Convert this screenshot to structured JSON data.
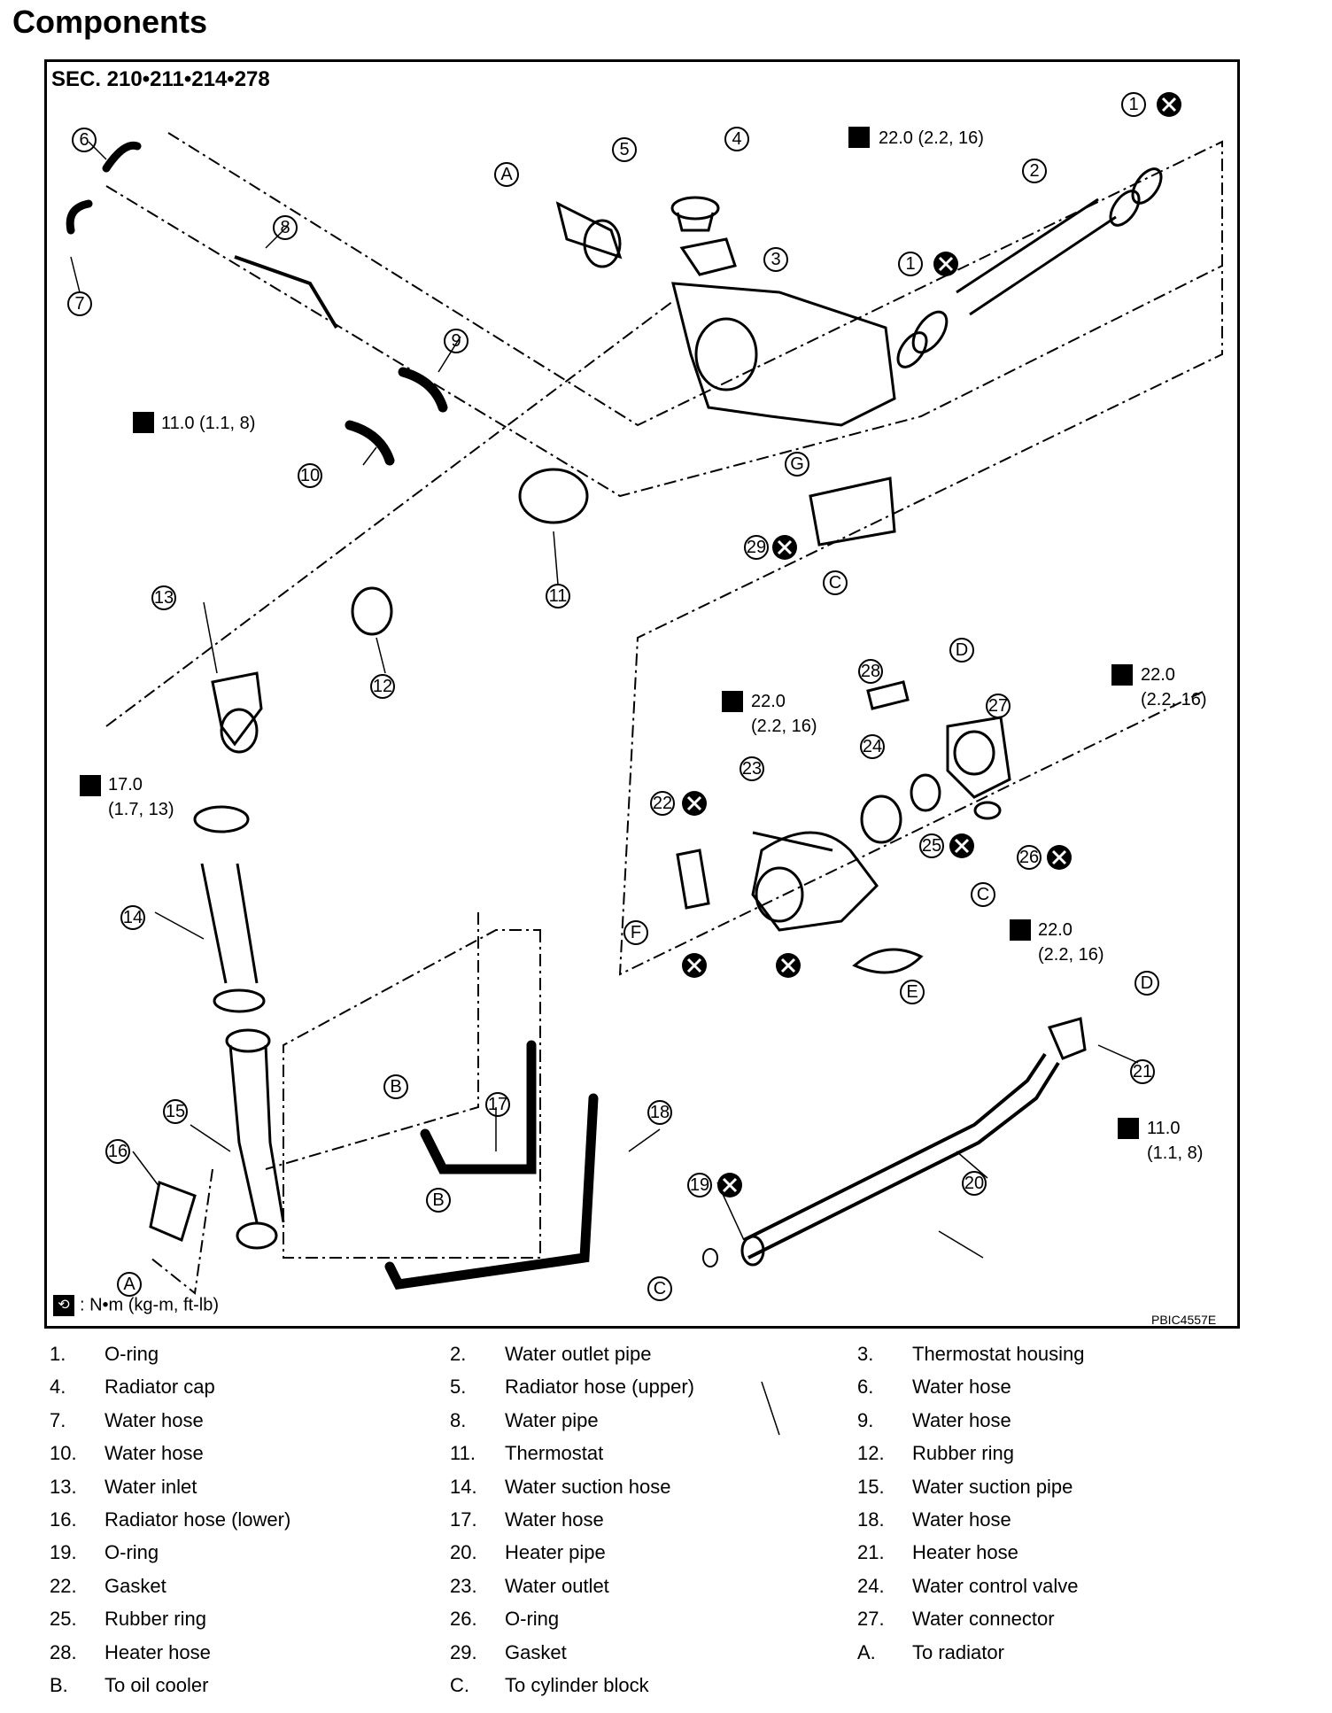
{
  "page_title": "Components",
  "section": "SEC. 210•211•214•278",
  "image_code": "PBIC4557E",
  "torque_legend": ": N•m (kg-m, ft-lb)",
  "torque_specs": {
    "t1": "22.0 (2.2, 16)",
    "t2": "11.0 (1.1, 8)",
    "t3_a": "17.0",
    "t3_b": "(1.7, 13)",
    "t4_a": "22.0",
    "t4_b": "(2.2, 16)",
    "t5_a": "22.0",
    "t5_b": "(2.2, 16)",
    "t6_a": "22.0",
    "t6_b": "(2.2, 16)",
    "t7_a": "11.0",
    "t7_b": "(1.1, 8)"
  },
  "parts": [
    {
      "num": "1.",
      "label": "O-ring"
    },
    {
      "num": "2.",
      "label": "Water outlet pipe"
    },
    {
      "num": "3.",
      "label": "Thermostat housing"
    },
    {
      "num": "4.",
      "label": "Radiator cap"
    },
    {
      "num": "5.",
      "label": "Radiator hose (upper)"
    },
    {
      "num": "6.",
      "label": "Water hose"
    },
    {
      "num": "7.",
      "label": "Water hose"
    },
    {
      "num": "8.",
      "label": "Water pipe"
    },
    {
      "num": "9.",
      "label": "Water hose"
    },
    {
      "num": "10.",
      "label": "Water hose"
    },
    {
      "num": "11.",
      "label": "Thermostat"
    },
    {
      "num": "12.",
      "label": "Rubber ring"
    },
    {
      "num": "13.",
      "label": "Water inlet"
    },
    {
      "num": "14.",
      "label": "Water suction hose"
    },
    {
      "num": "15.",
      "label": "Water suction pipe"
    },
    {
      "num": "16.",
      "label": "Radiator hose (lower)"
    },
    {
      "num": "17.",
      "label": "Water hose"
    },
    {
      "num": "18.",
      "label": "Water hose"
    },
    {
      "num": "19.",
      "label": "O-ring"
    },
    {
      "num": "20.",
      "label": "Heater pipe"
    },
    {
      "num": "21.",
      "label": "Heater hose"
    },
    {
      "num": "22.",
      "label": "Gasket"
    },
    {
      "num": "23.",
      "label": "Water outlet"
    },
    {
      "num": "24.",
      "label": "Water control valve"
    },
    {
      "num": "25.",
      "label": "Rubber ring"
    },
    {
      "num": "26.",
      "label": "O-ring"
    },
    {
      "num": "27.",
      "label": "Water connector"
    },
    {
      "num": "28.",
      "label": "Heater hose"
    },
    {
      "num": "29.",
      "label": "Gasket"
    },
    {
      "num": "A.",
      "label": "To radiator"
    },
    {
      "num": "B.",
      "label": "To oil cooler"
    },
    {
      "num": "C.",
      "label": "To cylinder block"
    }
  ],
  "callouts": [
    "1",
    "2",
    "3",
    "4",
    "5",
    "6",
    "7",
    "8",
    "9",
    "10",
    "11",
    "12",
    "13",
    "14",
    "15",
    "16",
    "17",
    "18",
    "19",
    "20",
    "21",
    "22",
    "23",
    "24",
    "25",
    "26",
    "27",
    "28",
    "29",
    "A",
    "B",
    "C",
    "D",
    "E",
    "F",
    "G"
  ]
}
